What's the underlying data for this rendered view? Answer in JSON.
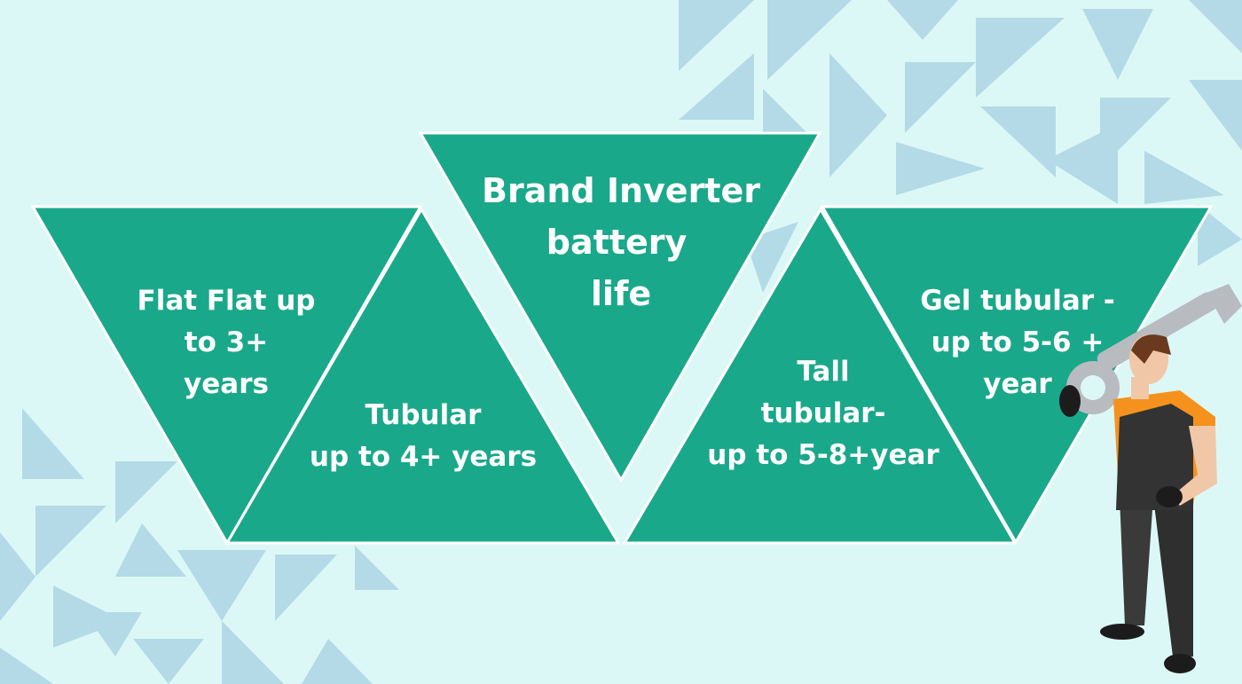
{
  "title": [
    "Brand Inverter",
    "battery",
    "life"
  ],
  "segments": [
    {
      "lines": [
        "Flat Flat up",
        "to 3+",
        "years"
      ]
    },
    {
      "lines": [
        "Tubular",
        "up to 4+ years"
      ]
    },
    {
      "lines": [
        "Tall",
        "tubular-",
        "up to 5-8+year"
      ]
    },
    {
      "lines": [
        "Gel tubular -",
        "up to 5-6 +",
        "year"
      ]
    }
  ],
  "colors": {
    "background": "#dcf8f6",
    "triangle": "#1aa88a",
    "decor": "#a9d3e3",
    "text": "#ffffff"
  },
  "icons": [
    "mechanic-with-wrench-illustration"
  ]
}
